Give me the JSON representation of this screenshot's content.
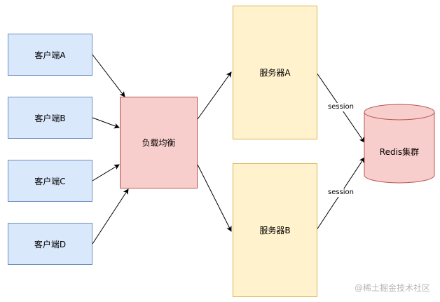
{
  "clients": [
    {
      "label": "客户端A"
    },
    {
      "label": "客户端B"
    },
    {
      "label": "客户端C"
    },
    {
      "label": "客户端D"
    }
  ],
  "load_balancer": {
    "label": "负载均衡"
  },
  "servers": [
    {
      "label": "服务器A"
    },
    {
      "label": "服务器B"
    }
  ],
  "redis": {
    "label": "Redis集群"
  },
  "edges": {
    "session_top": "session",
    "session_bottom": "session"
  },
  "watermark": "@稀土掘金技术社区",
  "colors": {
    "client_fill": "#dae8fc",
    "client_stroke": "#6c8ebf",
    "lb_fill": "#f8cecc",
    "lb_stroke": "#b85450",
    "server_fill": "#fff2cc",
    "server_stroke": "#d6b656",
    "redis_fill": "#f8cecc",
    "redis_stroke": "#b85450"
  }
}
